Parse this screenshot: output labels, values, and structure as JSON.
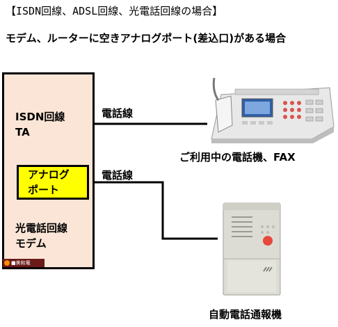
{
  "title": "【ISDN回線、ADSL回線、光電話回線の場合】",
  "subtitle": "モデム、ルーターに空きアナログポート(差込口)がある場合",
  "device_box": {
    "isdn_label_line1": "ISDN回線",
    "isdn_label_line2": "TA",
    "analog_port_line1": "アナログ",
    "analog_port_line2": "ポート",
    "modem_label_line1": "光電話回線",
    "modem_label_line2": "モデム",
    "logo_text": "■美和電"
  },
  "wire_label_1": "電話線",
  "wire_label_2": "電話線",
  "fax_caption": "ご利用中の電話機、FAX",
  "alarm_caption": "自動電話通報機",
  "colors": {
    "box_fill": "#fbe5d6",
    "port_fill": "#ffff00",
    "line": "#000000"
  }
}
